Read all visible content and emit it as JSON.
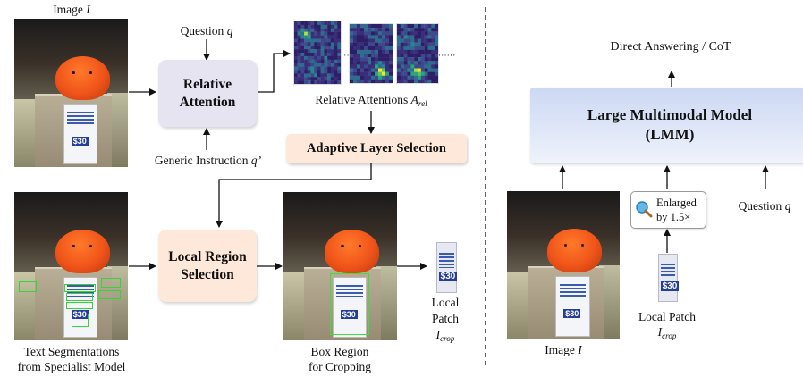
{
  "labels": {
    "image_top": "Image ",
    "image_sym": "I",
    "question": "Question ",
    "question_sym": "q",
    "generic": "Generic Instruction ",
    "generic_sym": "q’",
    "relative_attentions": "Relative Attentions ",
    "rel_sym": "A",
    "rel_sub": "rel",
    "text_seg_1": "Text Segmentations",
    "text_seg_2": "from Specialist Model",
    "box_region_1": "Box Region",
    "box_region_2": "for Cropping",
    "local_1": "Local",
    "local_2": "Patch",
    "crop_sym": "I",
    "crop_sub": "crop",
    "direct": "Direct Answering / CoT",
    "enlarged_1": "Enlarged",
    "enlarged_2": "by 1.5×",
    "local_patch": "Local Patch",
    "question_right": "Question ",
    "image_bottom": "Image ",
    "dots": "· · · · · ·"
  },
  "nodes": {
    "relative_attention": {
      "line1": "Relative",
      "line2": "Attention"
    },
    "adaptive": {
      "line1": "Adaptive Layer Selection"
    },
    "local_region": {
      "line1": "Local Region",
      "line2": "Selection"
    },
    "lmm": {
      "line1": "Large Multimodal Model",
      "line2": "(LMM)"
    }
  },
  "photo": {
    "price": "$30"
  },
  "colors": {
    "relative_attention_fill": "#e6e4f1",
    "adaptive_fill": "#fde8da",
    "local_region_fill": "#fde8da",
    "lmm_fill_top": "#ccd8f3",
    "lmm_fill_bottom": "#eef2fb",
    "segment_box": "#36d436",
    "heatmap_base": "#3a2d7a"
  },
  "icons": {
    "magnifier": "magnifier-icon"
  }
}
